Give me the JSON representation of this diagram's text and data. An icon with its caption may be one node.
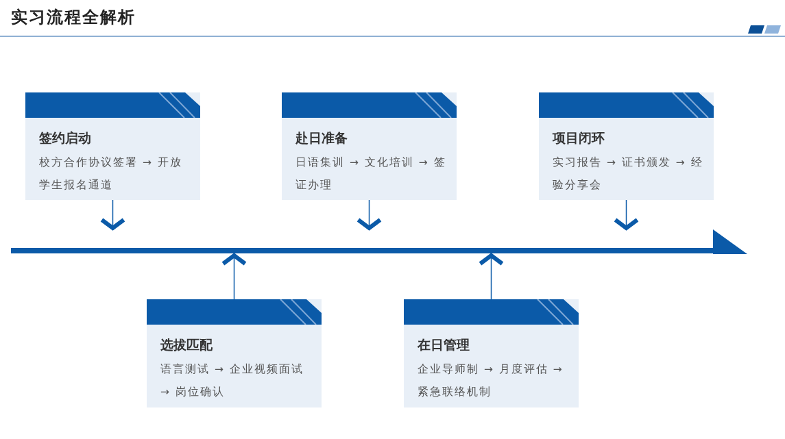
{
  "diagram": {
    "title": "实习流程全解析",
    "nodes": [
      {
        "text": [
          "签约启动",
          "校方合作协议签署 → 开放学生报名通道"
        ]
      },
      {
        "text": [
          "赴日准备",
          "日语集训 → 文化培训 → 签证办理"
        ]
      },
      {
        "text": [
          "项目闭环",
          "实习报告 → 证书颁发 → 经验分享会"
        ]
      },
      {
        "text": [],
        "shape": "bar"
      },
      {
        "text": [
          "选拔匹配",
          "语言测试 → 企业视频面试 → 岗位确认"
        ]
      },
      {
        "text": [
          "在日管理",
          "企业导师制 → 月度评估 → 紧急联络机制"
        ]
      }
    ],
    "edges": [
      {
        "from": 0,
        "to": 3,
        "arrow": "to"
      },
      {
        "from": 1,
        "to": 3,
        "arrow": "to"
      },
      {
        "from": 2,
        "to": 3,
        "arrow": "to"
      },
      {
        "from": 4,
        "to": 3,
        "arrow": "to"
      },
      {
        "from": 5,
        "to": 3,
        "arrow": "to"
      }
    ]
  }
}
